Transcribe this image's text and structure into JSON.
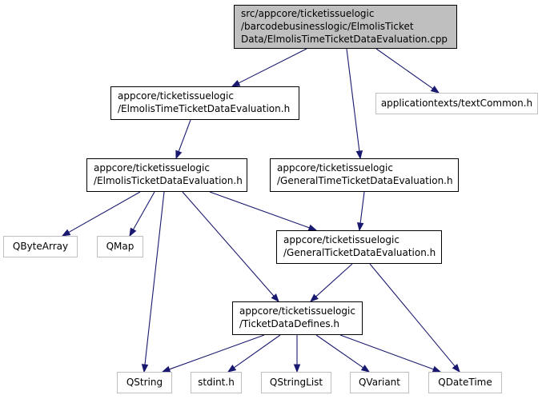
{
  "nodes": {
    "root": [
      "src/appcore/ticketissuelogic",
      "/barcodebusinesslogic/ElmolisTicket",
      "Data/ElmolisTimeTicketDataEvaluation.cpp"
    ],
    "elmolis_time": [
      "appcore/ticketissuelogic",
      "/ElmolisTimeTicketDataEvaluation.h"
    ],
    "textcommon": [
      "applicationtexts/textCommon.h"
    ],
    "elmolis": [
      "appcore/ticketissuelogic",
      "/ElmolisTicketDataEvaluation.h"
    ],
    "general_time": [
      "appcore/ticketissuelogic",
      "/GeneralTimeTicketDataEvaluation.h"
    ],
    "qbytearray": [
      "QByteArray"
    ],
    "qmap": [
      "QMap"
    ],
    "general": [
      "appcore/ticketissuelogic",
      "/GeneralTicketDataEvaluation.h"
    ],
    "defines": [
      "appcore/ticketissuelogic",
      "/TicketDataDefines.h"
    ],
    "qstring": [
      "QString"
    ],
    "stdint": [
      "stdint.h"
    ],
    "qstringlist": [
      "QStringList"
    ],
    "qvariant": [
      "QVariant"
    ],
    "qdatetime": [
      "QDateTime"
    ]
  },
  "edges": [
    [
      "root",
      "elmolis_time"
    ],
    [
      "root",
      "general_time"
    ],
    [
      "root",
      "textcommon"
    ],
    [
      "elmolis_time",
      "elmolis"
    ],
    [
      "elmolis",
      "qbytearray"
    ],
    [
      "elmolis",
      "qmap"
    ],
    [
      "elmolis",
      "qstring"
    ],
    [
      "elmolis",
      "general"
    ],
    [
      "elmolis",
      "defines"
    ],
    [
      "general_time",
      "general"
    ],
    [
      "general",
      "defines"
    ],
    [
      "general",
      "qdatetime"
    ],
    [
      "defines",
      "qstring"
    ],
    [
      "defines",
      "stdint"
    ],
    [
      "defines",
      "qstringlist"
    ],
    [
      "defines",
      "qvariant"
    ],
    [
      "defines",
      "qdatetime"
    ]
  ],
  "colors": {
    "edge": "#191970",
    "root_fill": "#bfbfbf",
    "node_border": "#000000",
    "external_border": "#bfbfbf"
  }
}
